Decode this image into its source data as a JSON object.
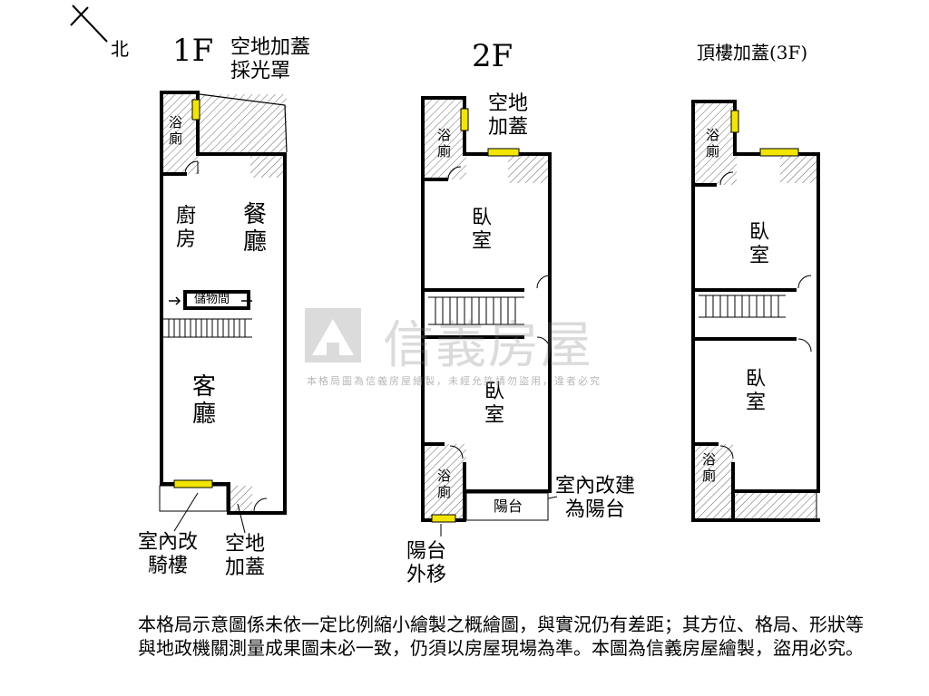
{
  "north": "北",
  "floors": {
    "f1": {
      "title": "1F",
      "skylight": "空地加蓋\n採光罩",
      "bath": "浴\n廁",
      "kitchen": "廚\n房",
      "dining": "餐\n廳",
      "storage": "儲物間",
      "living": "客\n廳",
      "arcade": "室內改\n騎樓",
      "vacant_cover": "空地\n加蓋"
    },
    "f2": {
      "title": "2F",
      "vacant_cover": "空地\n加蓋",
      "bath_top": "浴\n廁",
      "bedroom_a": "臥\n室",
      "bedroom_b": "臥\n室",
      "bath_bottom": "浴\n廁",
      "balcony": "陽台",
      "balcony_note": "室內改建\n為陽台",
      "balcony_moved": "陽台\n外移"
    },
    "f3": {
      "title": "頂樓加蓋(3F)",
      "bath_top": "浴\n廁",
      "bedroom_a": "臥\n室",
      "bedroom_b": "臥\n室",
      "bath_bottom": "浴\n廁"
    }
  },
  "disclaimer": "本格局示意圖係未依一定比例縮小繪製之概繪圖，與實況仍有差距；其方位、格局、形狀等與地政機關測量成果圖未必一致，仍須以房屋現場為準。本圖為信義房屋繪製，盜用必究。",
  "watermark": {
    "brand": "信義房屋",
    "notice": "本格局圖為信義房屋繪製，未經允許請勿盜用，違者必究"
  },
  "colors": {
    "wall": "#000000",
    "window": "#f2e600",
    "hatch": "#555555",
    "watermark": "#7f7f7f"
  }
}
